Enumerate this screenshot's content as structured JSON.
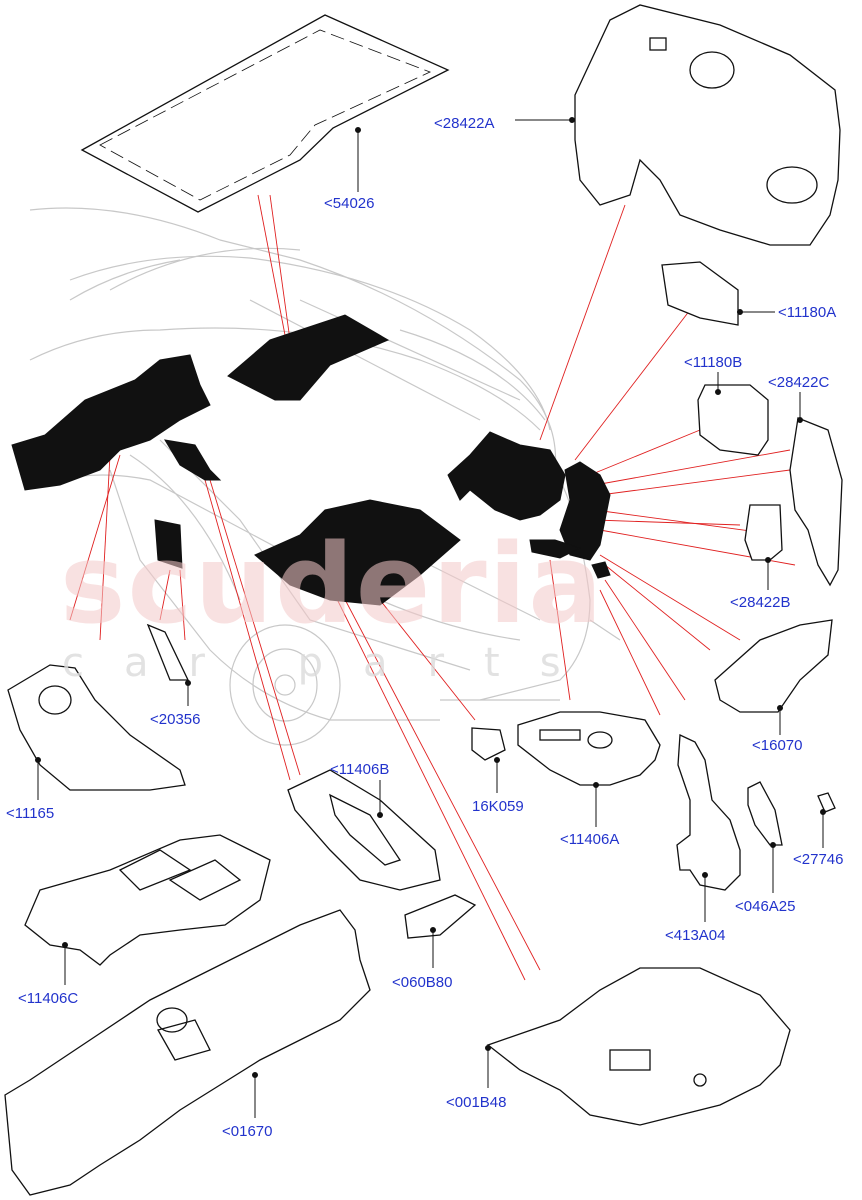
{
  "watermark": {
    "brand": "scuderia",
    "sub": "car parts"
  },
  "colors": {
    "label": "#2233cc",
    "leader_red": "#e02020",
    "part_black": "#111111"
  },
  "labels": {
    "l54026": "<54026",
    "l28422A": "<28422A",
    "l11180A": "<11180A",
    "l11180B": "<11180B",
    "l28422C": "<28422C",
    "l28422B": "<28422B",
    "l16070": "<16070",
    "l20356": "<20356",
    "l11165": "<11165",
    "l11406B": "<11406B",
    "l16K059": "16K059",
    "l11406A": "<11406A",
    "l27746": "<27746",
    "l046A25": "<046A25",
    "l413A04": "<413A04",
    "l11406C": "<11406C",
    "l060B80": "<060B80",
    "l001B48": "<001B48",
    "l01670": "<01670"
  }
}
